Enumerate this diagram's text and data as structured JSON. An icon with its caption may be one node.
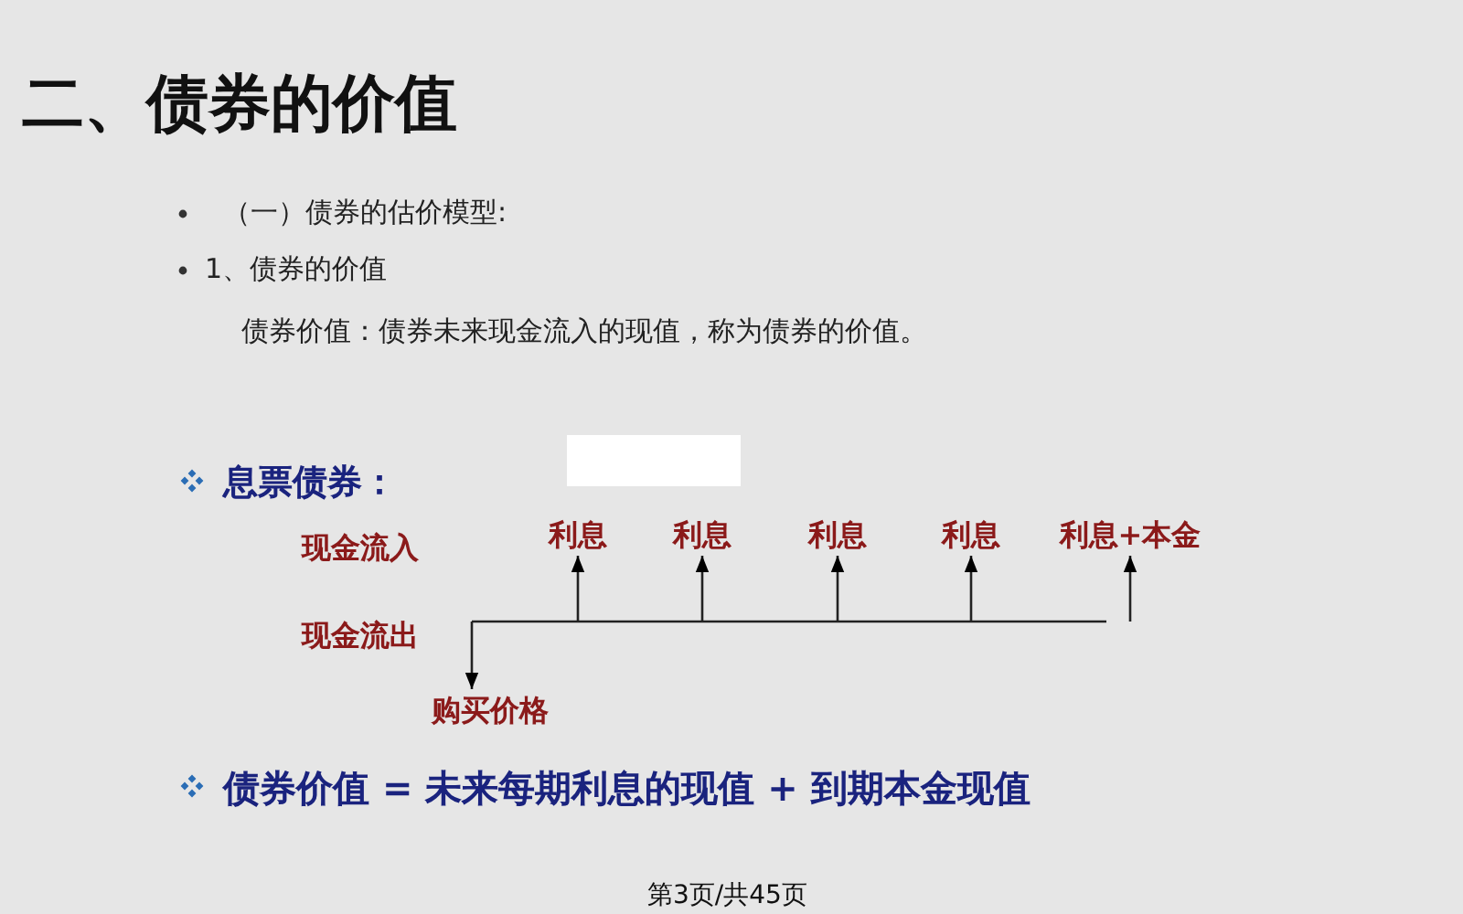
{
  "diagram": {
    "title": "二、债券的价值",
    "nodes": [
      {
        "text": [
          "利息"
        ]
      },
      {
        "text": [
          "利息"
        ]
      },
      {
        "text": [
          "利息"
        ]
      },
      {
        "text": [
          "利息"
        ]
      },
      {
        "text": [
          "利息+本金"
        ]
      },
      {
        "text": [
          "购买价格"
        ]
      }
    ],
    "edges": [
      {
        "from": null,
        "to": 0,
        "arrow": "to"
      },
      {
        "from": null,
        "to": 1,
        "arrow": "to"
      },
      {
        "from": null,
        "to": 2,
        "arrow": "to"
      },
      {
        "from": null,
        "to": 3,
        "arrow": "to"
      },
      {
        "from": null,
        "to": 4,
        "arrow": "to"
      },
      {
        "from": null,
        "to": 5,
        "arrow": "to"
      }
    ],
    "labels": [
      "（一）债券的估价模型:",
      "1、债券的价值",
      "债券价值：债券未来现金流入的现值，称为债券的价值。",
      "息票债券：",
      "现金流入",
      "现金流出",
      "债券价值 = 未来每期利息的现值 + 到期本金现值",
      "第3页/共45页"
    ]
  }
}
